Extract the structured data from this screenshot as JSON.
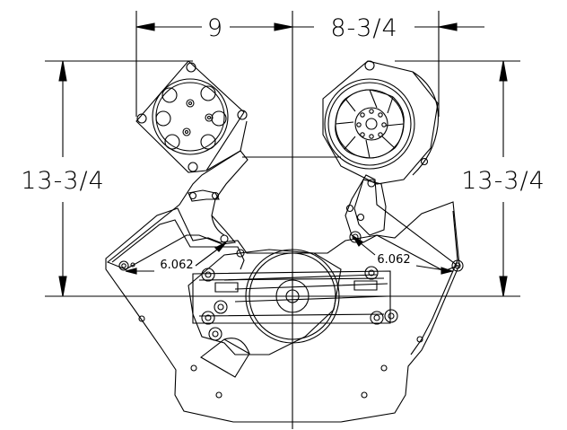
{
  "dimensions": {
    "top_left_width": "9",
    "top_right_width": "8-3/4",
    "left_height": "13-3/4",
    "right_height": "13-3/4",
    "left_belt_span": "6.062",
    "right_belt_span": "6.062"
  }
}
